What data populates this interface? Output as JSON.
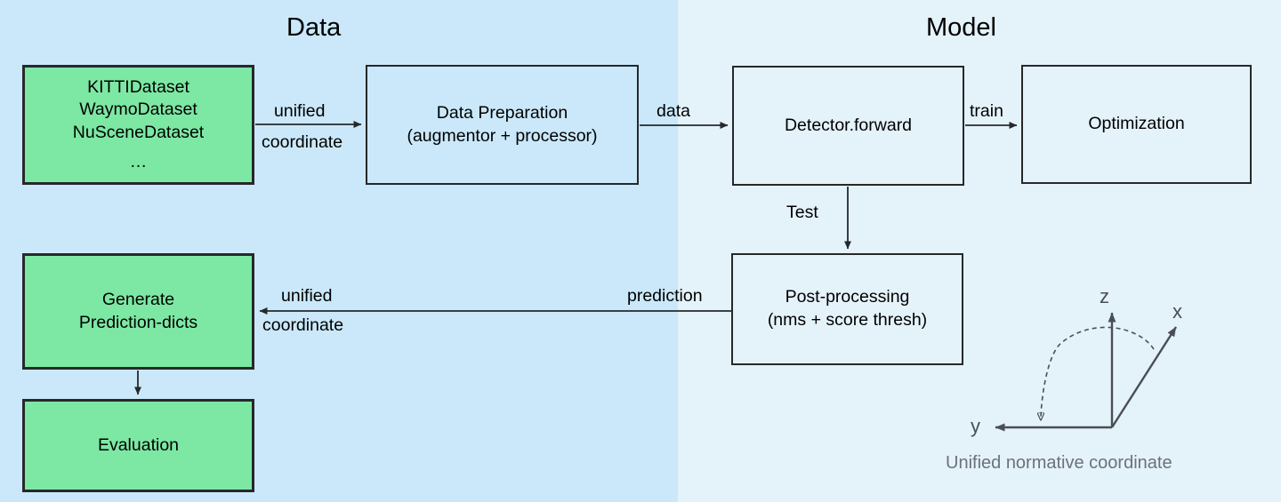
{
  "panels": {
    "data": {
      "title": "Data",
      "bg": "#cae8f9"
    },
    "model": {
      "title": "Model",
      "bg": "#e4f2fa"
    }
  },
  "nodes": {
    "datasets": {
      "line1": "KITTIDataset",
      "line2": "WaymoDataset",
      "line3": "NuSceneDataset",
      "line4": "…",
      "fill": "#7ce8a3"
    },
    "data_preparation": {
      "line1": "Data Preparation",
      "line2": "(augmentor + processor)",
      "fill": "#cae8f9"
    },
    "detector": {
      "line1": "Detector.forward",
      "fill": "#e4f2fa"
    },
    "optimization": {
      "line1": "Optimization",
      "fill": "#e4f2fa"
    },
    "post_processing": {
      "line1": "Post-processing",
      "line2": "(nms + score thresh)",
      "fill": "#e4f2fa"
    },
    "generate_prediction": {
      "line1": "Generate",
      "line2": "Prediction-dicts",
      "fill": "#7ce8a3"
    },
    "evaluation": {
      "line1": "Evaluation",
      "fill": "#7ce8a3"
    }
  },
  "edges": {
    "datasets_to_dataprep_top": "unified",
    "datasets_to_dataprep_bottom": "coordinate",
    "dataprep_to_detector": "data",
    "detector_to_optimization": "train",
    "detector_to_postproc": "Test",
    "postproc_to_generate": "prediction",
    "postproc_to_generate_top": "unified",
    "postproc_to_generate_bottom": "coordinate"
  },
  "coordinate_system": {
    "axis_z": "z",
    "axis_x": "x",
    "axis_y": "y",
    "caption": "Unified normative coordinate",
    "stroke": "#4a4f55"
  }
}
